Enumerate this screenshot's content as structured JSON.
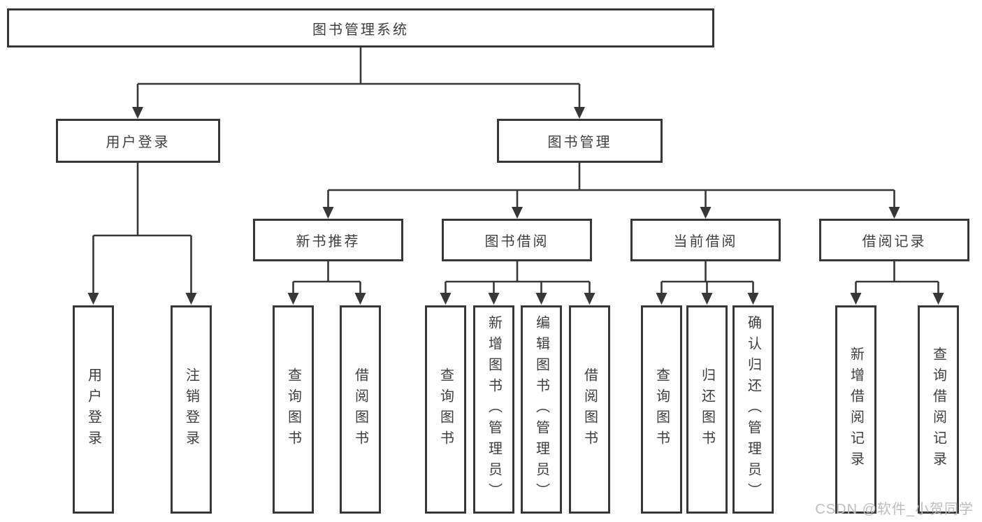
{
  "colors": {
    "line": "#373737",
    "text": "#3e3e3e",
    "background": "#ffffff",
    "watermark": "#bdbdbd"
  },
  "watermark": {
    "text": "CSDN @软件_小贺同学"
  },
  "tree": {
    "label": "图书管理系统",
    "children": [
      {
        "label": "用户登录",
        "children": [
          {
            "label": "用户登录"
          },
          {
            "label": "注销登录"
          }
        ]
      },
      {
        "label": "图书管理",
        "children": [
          {
            "label": "新书推荐",
            "children": [
              {
                "label": "查询图书"
              },
              {
                "label": "借阅图书"
              }
            ]
          },
          {
            "label": "图书借阅",
            "children": [
              {
                "label": "查询图书"
              },
              {
                "label": "新增图书（管理员）"
              },
              {
                "label": "编辑图书（管理员）"
              },
              {
                "label": "借阅图书"
              }
            ]
          },
          {
            "label": "当前借阅",
            "children": [
              {
                "label": "查询图书"
              },
              {
                "label": "归还图书"
              },
              {
                "label": "确认归还（管理员）"
              }
            ]
          },
          {
            "label": "借阅记录",
            "children": [
              {
                "label": "新增借阅记录"
              },
              {
                "label": "查询借阅记录"
              }
            ]
          }
        ]
      }
    ]
  }
}
